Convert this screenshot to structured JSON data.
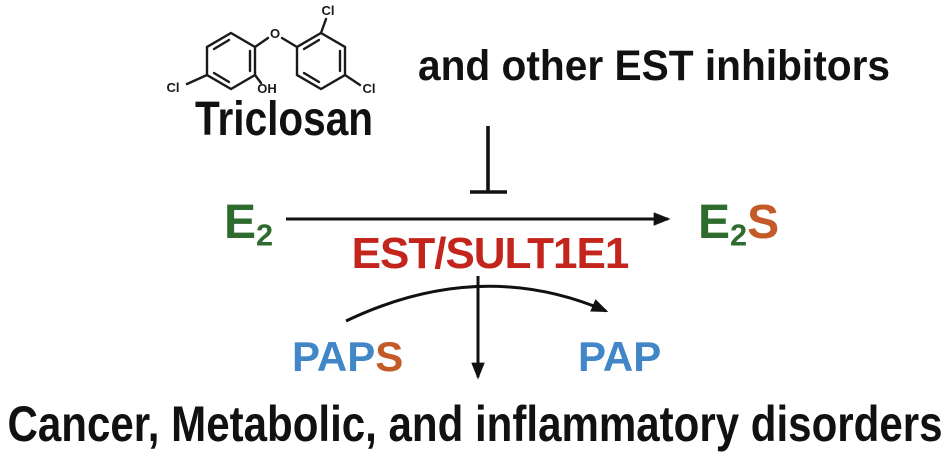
{
  "colors": {
    "ink": "#111111",
    "green": "#2E6B2F",
    "red": "#C3241C",
    "blue": "#4186C7",
    "orange": "#C45A28"
  },
  "molecule": {
    "name": "Triclosan",
    "atoms": {
      "cl_left": "Cl",
      "hydroxyl": "OH",
      "ether_o": "O",
      "cl_top": "Cl",
      "cl_right": "Cl"
    }
  },
  "labels": {
    "inhibitors": "and other EST inhibitors",
    "enzyme": "EST/SULT1E1",
    "outcome": "Cancer, Metabolic, and inflammatory disorders"
  },
  "species": {
    "substrate": {
      "base": "E",
      "sub": "2"
    },
    "product": {
      "base": "E",
      "sub": "2",
      "suffix": "S"
    },
    "cofactor_donor": {
      "base": "PAP",
      "suffix": "S"
    },
    "cofactor_product": "PAP"
  }
}
